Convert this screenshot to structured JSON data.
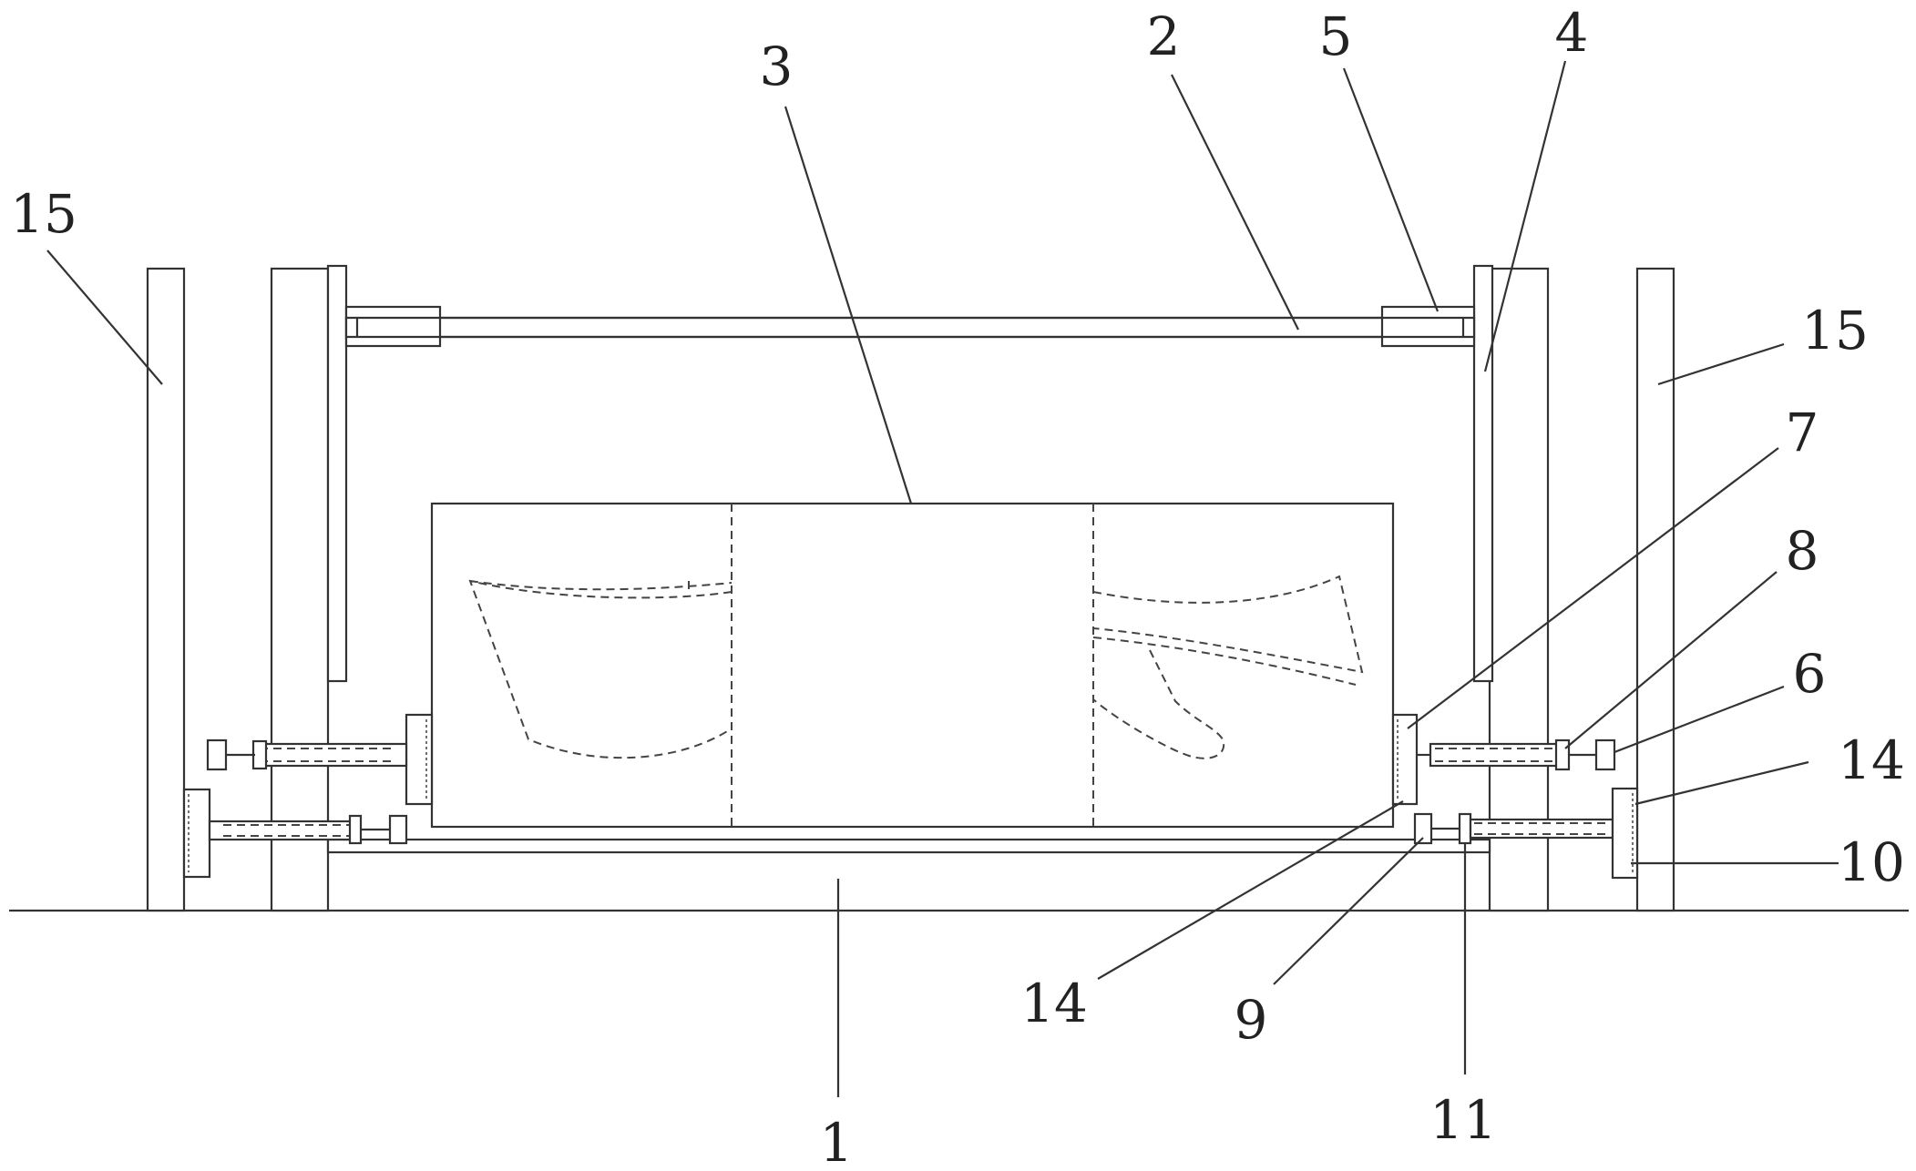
{
  "labels": {
    "l1": "1",
    "l2": "2",
    "l3": "3",
    "l4": "4",
    "l5": "5",
    "l6": "6",
    "l7": "7",
    "l8": "8",
    "l9": "9",
    "l10": "10",
    "l11": "11",
    "l14_right": "14",
    "l14_bottom": "14",
    "l15_left": "15",
    "l15_right": "15"
  }
}
